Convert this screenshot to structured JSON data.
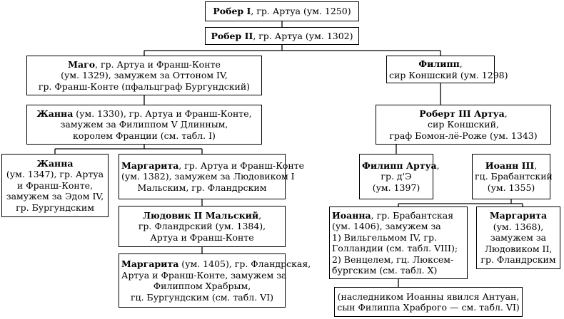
{
  "boxes": {
    "rober1": {
      "lines": [
        {
          "b": "Робер I",
          "t": ", гр. Артуа (ум. 1250)"
        }
      ]
    },
    "rober2": {
      "lines": [
        {
          "b": "Робер II",
          "t": ", гр. Артуа (ум. 1302)"
        }
      ]
    },
    "mago": {
      "lines": [
        {
          "b": "Маго",
          "t": ", гр. Артуа и Франш-Конте"
        },
        {
          "b": "",
          "t": "(ум. 1329), замужем за Оттоном IV,"
        },
        {
          "b": "",
          "t": "гр. Франш-Конте (пфальцграф Бургундский)"
        }
      ]
    },
    "filipp": {
      "lines": [
        {
          "b": "Филипп",
          "t": ","
        },
        {
          "b": "",
          "t": "сир Коншский (ум. 1298)"
        }
      ]
    },
    "zhanna1": {
      "lines": [
        {
          "b": "Жанна",
          "t": " (ум. 1330), гр. Артуа и Франш-Конте,"
        },
        {
          "b": "",
          "t": "замужем за Филиппом V Длинным,"
        },
        {
          "b": "",
          "t": "королем Франции (см. табл. I)"
        }
      ]
    },
    "robert3": {
      "lines": [
        {
          "b": "Роберт III Артуа",
          "t": ","
        },
        {
          "b": "",
          "t": "сир Коншский,"
        },
        {
          "b": "",
          "t": "граф Бомон-лё-Роже (ум. 1343)"
        }
      ]
    },
    "zhanna2": {
      "lines": [
        {
          "b": "Жанна",
          "t": ""
        },
        {
          "b": "",
          "t": "(ум. 1347), гр. Артуа"
        },
        {
          "b": "",
          "t": "и Франш-Конте,"
        },
        {
          "b": "",
          "t": "замужем за Эдом IV,"
        },
        {
          "b": "",
          "t": "гр. Бургундским"
        }
      ]
    },
    "margarita1": {
      "lines": [
        {
          "b": "Маргарита",
          "t": ", гр. Артуа и Франш-Конте"
        },
        {
          "b": "",
          "t": "(ум. 1382), замужем за Людовиком I"
        },
        {
          "b": "",
          "t": "Мальским, гр. Фландрским"
        }
      ]
    },
    "filipp_artua": {
      "lines": [
        {
          "b": "Филипп Артуа",
          "t": ","
        },
        {
          "b": "",
          "t": "гр. д'Э"
        },
        {
          "b": "",
          "t": "(ум. 1397)"
        }
      ]
    },
    "ioann3": {
      "lines": [
        {
          "b": "Иоанн III",
          "t": ","
        },
        {
          "b": "",
          "t": "гц. Брабантский"
        },
        {
          "b": "",
          "t": "(ум. 1355)"
        }
      ]
    },
    "ludovik2": {
      "lines": [
        {
          "b": "Людовик II Мальский",
          "t": ","
        },
        {
          "b": "",
          "t": "гр. Фландрский (ум. 1384),"
        },
        {
          "b": "",
          "t": "Артуа и Франш-Конте"
        }
      ]
    },
    "ioanna": {
      "lines": [
        {
          "b": "Иоанна",
          "t": ", гр. Брабантская"
        },
        {
          "b": "",
          "t": "(ум. 1406), замужем за"
        },
        {
          "b": "",
          "t": "1) Вильгельмом IV, гр."
        },
        {
          "b": "",
          "t": "Голландии (см. табл. VIII);"
        },
        {
          "b": "",
          "t": "2) Венцелем, гц. Люксем-"
        },
        {
          "b": "",
          "t": "бургским (см. табл. X)"
        }
      ]
    },
    "margarita3": {
      "lines": [
        {
          "b": "Маргарита",
          "t": ""
        },
        {
          "b": "",
          "t": "(ум. 1368),"
        },
        {
          "b": "",
          "t": "замужем за"
        },
        {
          "b": "",
          "t": "Людовиком II,"
        },
        {
          "b": "",
          "t": "гр. Фландрским"
        }
      ]
    },
    "margarita2": {
      "lines": [
        {
          "b": "Маргарита",
          "t": " (ум. 1405), гр. Фландрская,"
        },
        {
          "b": "",
          "t": "Артуа и Франш-Конте, замужем за"
        },
        {
          "b": "",
          "t": "Филиппом Храбрым,"
        },
        {
          "b": "",
          "t": "гц. Бургундским (см. табл. VI)"
        }
      ]
    },
    "note": {
      "lines": [
        {
          "b": "",
          "t": "(наследником Иоанны явился Антуан,"
        },
        {
          "b": "",
          "t": "сын Филиппа Храброго — см. табл. VI)"
        }
      ]
    }
  }
}
